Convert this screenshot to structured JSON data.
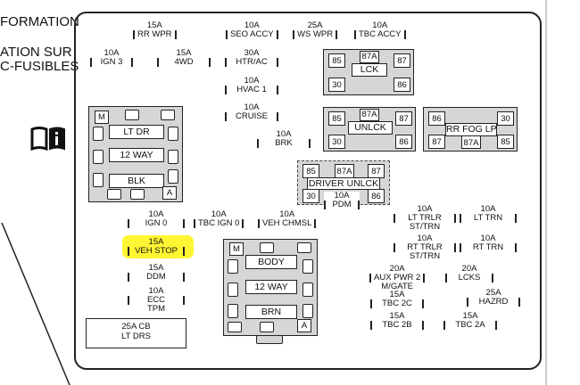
{
  "left_text": [
    "FORMATION",
    "ATION SUR",
    "C-FUSIBLES"
  ],
  "manual_icon": "manual-info-icon",
  "highlight_color": "#fff200",
  "fuses": {
    "rr_wpr": {
      "amp": "15A",
      "name": "RR WPR"
    },
    "seo_accy": {
      "amp": "10A",
      "name": "SEO ACCY"
    },
    "ws_wpr": {
      "amp": "25A",
      "name": "WS WPR"
    },
    "tbc_accy": {
      "amp": "10A",
      "name": "TBC ACCY"
    },
    "ign3": {
      "amp": "10A",
      "name": "IGN 3"
    },
    "fourwd": {
      "amp": "15A",
      "name": "4WD"
    },
    "htr_ac": {
      "amp": "30A",
      "name": "HTR/AC"
    },
    "hvac1": {
      "amp": "10A",
      "name": "HVAC 1"
    },
    "cruise": {
      "amp": "10A",
      "name": "CRUISE"
    },
    "brk": {
      "amp": "10A",
      "name": "BRK"
    },
    "pdm": {
      "amp": "10A",
      "name": "PDM"
    },
    "ign0": {
      "amp": "10A",
      "name": "IGN 0"
    },
    "tbc_ign0": {
      "amp": "10A",
      "name": "TBC IGN 0"
    },
    "veh_chmsl": {
      "amp": "10A",
      "name": "VEH CHMSL"
    },
    "lt_trlr": {
      "amp": "10A",
      "name": "LT TRLR",
      "name2": "ST/TRN"
    },
    "lt_trn": {
      "amp": "10A",
      "name": "LT TRN"
    },
    "rt_trlr": {
      "amp": "10A",
      "name": "RT TRLR",
      "name2": "ST/TRN"
    },
    "rt_trn": {
      "amp": "10A",
      "name": "RT TRN"
    },
    "veh_stop": {
      "amp": "15A",
      "name": "VEH STOP"
    },
    "ddm": {
      "amp": "15A",
      "name": "DDM"
    },
    "ecc_tpm": {
      "amp": "10A",
      "name": "ECC",
      "name2": "TPM"
    },
    "aux_pwr2": {
      "amp": "20A",
      "name": "AUX PWR 2",
      "name2": "M/GATE"
    },
    "lcks": {
      "amp": "20A",
      "name": "LCKS"
    },
    "tbc2c": {
      "amp": "15A",
      "name": "TBC 2C"
    },
    "hazrd": {
      "amp": "25A",
      "name": "HAZRD"
    },
    "tbc2b": {
      "amp": "15A",
      "name": "TBC 2B"
    },
    "tbc2a": {
      "amp": "15A",
      "name": "TBC 2A"
    }
  },
  "circuit_breaker": {
    "amp": "25A CB",
    "name": "LT DRS"
  },
  "relays": {
    "lck": {
      "name": "LCK",
      "pins": [
        "85",
        "87A",
        "87",
        "30",
        "86"
      ]
    },
    "unlck": {
      "name": "UNLCK",
      "pins": [
        "85",
        "87A",
        "87",
        "30",
        "86"
      ]
    },
    "rr_fog_lp": {
      "name": "RR FOG LP",
      "pins": [
        "86",
        "30",
        "87",
        "87A",
        "85"
      ]
    },
    "driver_unlck": {
      "name": "DRIVER UNLCK",
      "pins": [
        "85",
        "87A",
        "87",
        "30",
        "86"
      ]
    }
  },
  "connectors": {
    "left": {
      "corner_top": "M",
      "labels": [
        "LT DR",
        "12 WAY",
        "BLK"
      ],
      "corner_bottom": "A"
    },
    "center": {
      "corner_top": "M",
      "labels": [
        "BODY",
        "12 WAY",
        "BRN"
      ],
      "corner_bottom": "A"
    }
  }
}
